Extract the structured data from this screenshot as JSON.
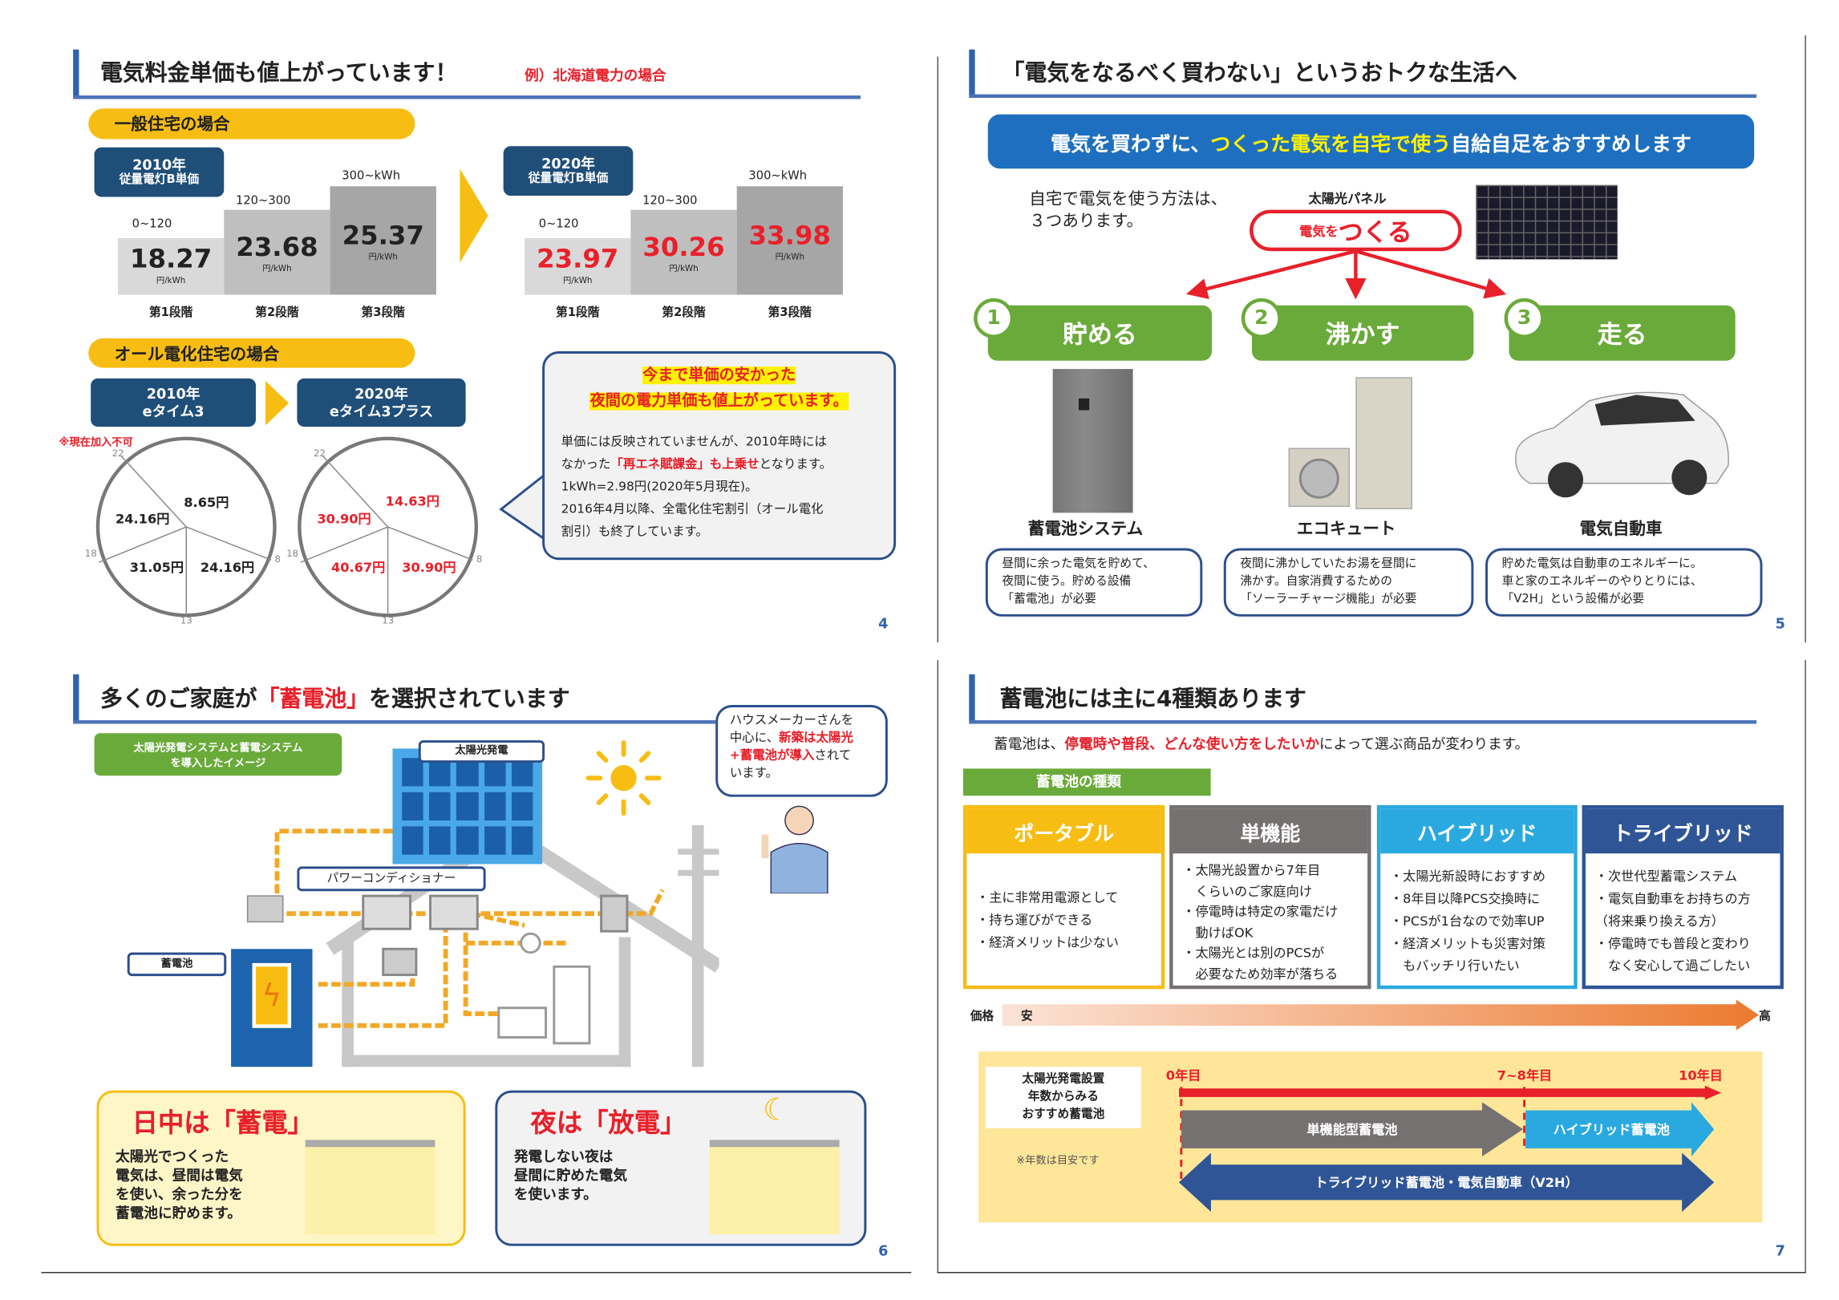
{
  "slide4": {
    "title": "電気料金単価も値上がっています！",
    "subtitle": "例）北海道電力の場合",
    "general_label": "一般住宅の場合",
    "before": {
      "year": "2010年",
      "plan": "従量電灯B単価"
    },
    "after": {
      "year": "2020年",
      "plan": "従量電灯B単価"
    },
    "unit": "円/kWh",
    "ranges": [
      "0~120",
      "120~300",
      "300~kWh"
    ],
    "steps": [
      "第1段階",
      "第2段階",
      "第3段階"
    ],
    "prices_2010": [
      "18.27",
      "23.68",
      "25.37"
    ],
    "prices_2020": [
      "23.97",
      "30.26",
      "33.98"
    ],
    "allelec_label": "オール電化住宅の場合",
    "allelec_before": {
      "year": "2010年",
      "plan": "eタイム3"
    },
    "allelec_after": {
      "year": "2020年",
      "plan": "eタイム3プラス"
    },
    "note": "※現在加入不可",
    "hours": [
      "22",
      "8",
      "13",
      "18"
    ],
    "clock_2010": {
      "night": "8.65円",
      "evening": "24.16円",
      "late": "31.05円",
      "day": "24.16円"
    },
    "clock_2020": {
      "night": "14.63円",
      "evening": "30.90円",
      "late": "40.67円",
      "day": "30.90円"
    },
    "callout_head1": "今まで単価の安かった",
    "callout_head2": "夜間の電力単価も値上がっています。",
    "callout_l1": "単価には反映されていませんが、2010年時には",
    "callout_l2a": "なかった",
    "callout_l2b": "「再エネ賦課金」も上乗せ",
    "callout_l2c": "となります。",
    "callout_l3": "1kWh=2.98円(2020年5月現在)。",
    "callout_l4": "2016年4月以降、全電化住宅割引（オール電化",
    "callout_l5": "割引）も終了しています。",
    "page": "4"
  },
  "slide5": {
    "title": "「電気をなるべく買わない」というおトクな生活へ",
    "banner_a": "電気を買わずに、",
    "banner_b": "つくった電気を自宅で使う",
    "banner_c": "自給自足をおすすめします",
    "intro_l1": "自宅で電気を使う方法は、",
    "intro_l2": "３つあります。",
    "panel_label": "太陽光パネル",
    "make_small": "電気を",
    "make_big": "つくる",
    "methods": [
      {
        "num": "1",
        "label": "貯める",
        "item": "蓄電池システム",
        "desc": [
          "昼間に余った電気を貯めて、",
          "夜間に使う。貯める設備",
          "「蓄電池」が必要"
        ]
      },
      {
        "num": "2",
        "label": "沸かす",
        "item": "エコキュート",
        "desc": [
          "夜間に沸かしていたお湯を昼間に",
          "沸かす。自家消費するための",
          "「ソーラーチャージ機能」が必要"
        ]
      },
      {
        "num": "3",
        "label": "走る",
        "item": "電気自動車",
        "desc": [
          "貯めた電気は自動車のエネルギーに。",
          "車と家のエネルギーのやりとりには、",
          "「V2H」という設備が必要"
        ]
      }
    ],
    "page": "5"
  },
  "slide6": {
    "title_a": "多くのご家庭が",
    "title_b": "「蓄電池」",
    "title_c": "を選択されています",
    "image_label_l1": "太陽光発電システムと蓄電システム",
    "image_label_l2": "を導入したイメージ",
    "solar_label": "太陽光発電",
    "pcs_label": "パワーコンディショナー",
    "battery_label": "蓄電池",
    "maker_l1": "ハウスメーカーさんを",
    "maker_l2a": "中心に、",
    "maker_l2b": "新築は太陽光",
    "maker_l3a": "+蓄電池が導入",
    "maker_l3b": "されて",
    "maker_l4": "います。",
    "day_title": "日中は「蓄電」",
    "day_text": [
      "太陽光でつくった",
      "電気は、昼間は電気",
      "を使い、余った分を",
      "蓄電池に貯めます。"
    ],
    "night_title": "夜は「放電」",
    "night_text": [
      "発電しない夜は",
      "昼間に貯めた電気",
      "を使います。"
    ],
    "page": "6"
  },
  "slide7": {
    "title": "蓄電池には主に4種類あります",
    "lead_a": "蓄電池は、",
    "lead_b": "停電時や普段、どんな使い方をしたいか",
    "lead_c": "によって選ぶ商品が変わります。",
    "types_label": "蓄電池の種類",
    "types": [
      {
        "name": "ポータブル",
        "color": "#f8bd12",
        "points": [
          "・主に非常用電源として",
          "・持ち運びができる",
          "・経済メリットは少ない"
        ]
      },
      {
        "name": "単機能",
        "color": "#767171",
        "points": [
          "・太陽光設置から7年目",
          "　くらいのご家庭向け",
          "・停電時は特定の家電だけ",
          "　動けばOK",
          "・太陽光とは別のPCSが",
          "　必要なため効率が落ちる"
        ]
      },
      {
        "name": "ハイブリッド",
        "color": "#2aa9e0",
        "points": [
          "・太陽光新設時におすすめ",
          "・8年目以降PCS交換時に",
          "・PCSが1台なので効率UP",
          "・経済メリットも災害対策",
          "　もバッチリ行いたい"
        ]
      },
      {
        "name": "トライブリッド",
        "color": "#2f5597",
        "points": [
          "・次世代型蓄電システム",
          "・電気自動車をお持ちの方",
          "（将来乗り換える方）",
          "・停電時でも普段と変わり",
          "　なく安心して過ごしたい"
        ]
      }
    ],
    "price_label": "価格",
    "price_low": "安",
    "price_high": "高",
    "timeline_box": [
      "太陽光発電設置",
      "年数からみる",
      "おすすめ蓄電池"
    ],
    "timeline_note": "※年数は目安です",
    "year_marks": [
      "0年目",
      "7~8年目",
      "10年目"
    ],
    "single_arrow": "単機能型蓄電池",
    "hybrid_arrow": "ハイブリッド蓄電池",
    "tribrid_arrow": "トライブリッド蓄電池・電気自動車（V2H）",
    "page": "7"
  }
}
